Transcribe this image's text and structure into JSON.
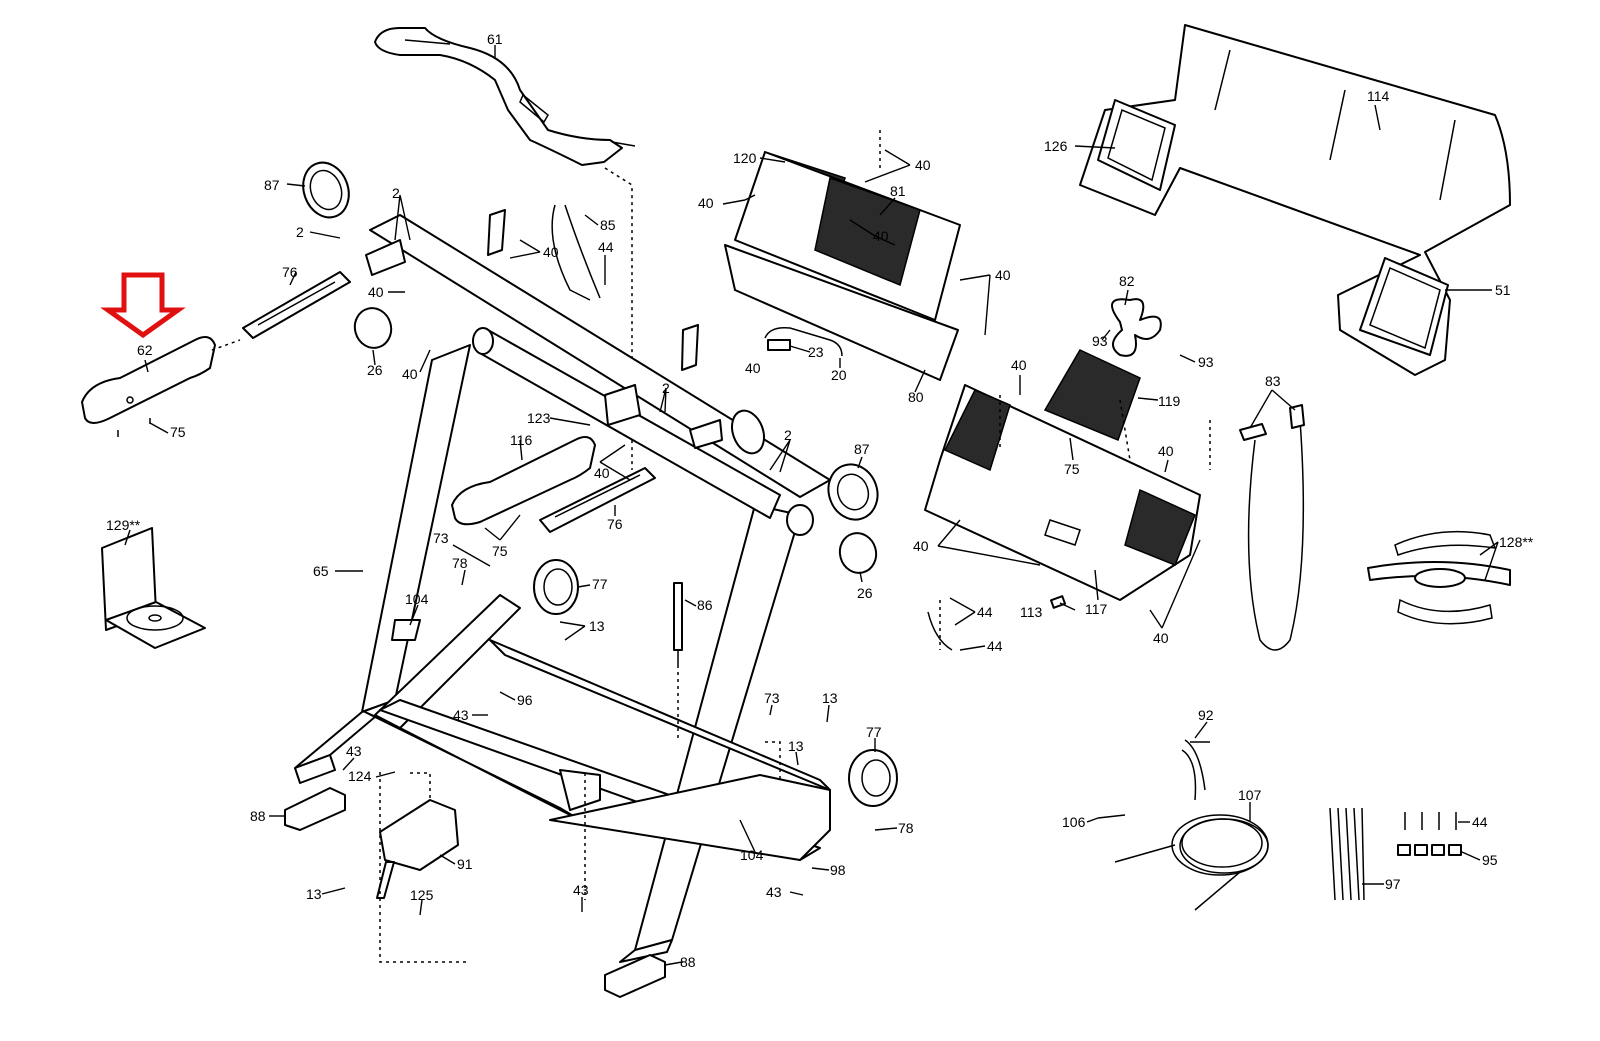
{
  "highlight": {
    "part": "62",
    "arrow_color": "#e01010"
  },
  "labels": {
    "p61": "61",
    "p87a": "87",
    "p2a": "2",
    "p2b": "2",
    "p85": "85",
    "p44a": "44",
    "p40a": "40",
    "p40b": "40",
    "p76a": "76",
    "p62": "62",
    "p75a": "75",
    "p26a": "26",
    "p40c": "40",
    "p40d": "40",
    "p123": "123",
    "p2c": "2",
    "p116": "116",
    "p40e": "40",
    "p75b": "75",
    "p76b": "76",
    "p2d": "2",
    "p87b": "87",
    "p26b": "26",
    "p129": "129**",
    "p65": "65",
    "p73a": "73",
    "p78a": "78",
    "p77a": "77",
    "p104a": "104",
    "p13a": "13",
    "p86": "86",
    "p96": "96",
    "p43a": "43",
    "p43b": "43",
    "p124": "124",
    "p88a": "88",
    "p91": "91",
    "p13b": "13",
    "p125": "125",
    "p43c": "43",
    "p88b": "88",
    "p73b": "73",
    "p13c": "13",
    "p13d": "13",
    "p77b": "77",
    "p78b": "78",
    "p104b": "104",
    "p98": "98",
    "p43d": "43",
    "p120": "120",
    "p40f": "40",
    "p40g": "40",
    "p81": "81",
    "p40h": "40",
    "p40i": "40",
    "p23": "23",
    "p20": "20",
    "p80": "80",
    "p114": "114",
    "p126": "126",
    "p51": "51",
    "p82": "82",
    "p93a": "93",
    "p93b": "93",
    "p40j": "40",
    "p119": "119",
    "p75c": "75",
    "p40k": "40",
    "p40l": "40",
    "p113": "113",
    "p117": "117",
    "p40m": "40",
    "p44b": "44",
    "p44c": "44",
    "p83": "83",
    "p128": "128**",
    "p92": "92",
    "p107": "107",
    "p106": "106",
    "p97": "97",
    "p44d": "44",
    "p95": "95"
  }
}
